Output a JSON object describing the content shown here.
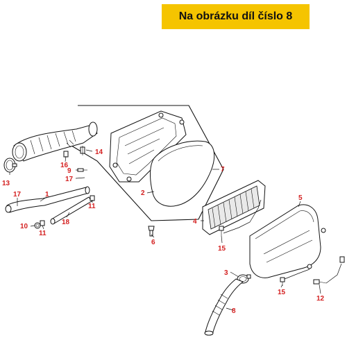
{
  "banner": {
    "text": "Na obrázku díl číslo 8"
  },
  "callouts": {
    "c1": "1",
    "c2": "2",
    "c3": "3",
    "c4": "4",
    "c5": "5",
    "c6": "6",
    "c7": "7",
    "c8": "8",
    "c9": "9",
    "c10": "10",
    "c11a": "11",
    "c11b": "11",
    "c12": "12",
    "c13": "13",
    "c14": "14",
    "c15a": "15",
    "c15b": "15",
    "c16": "16",
    "c17a": "17",
    "c17b": "17",
    "c18": "18"
  },
  "colors": {
    "banner_bg": "#f5c400",
    "callout_text": "#d42020",
    "line": "#111111"
  }
}
